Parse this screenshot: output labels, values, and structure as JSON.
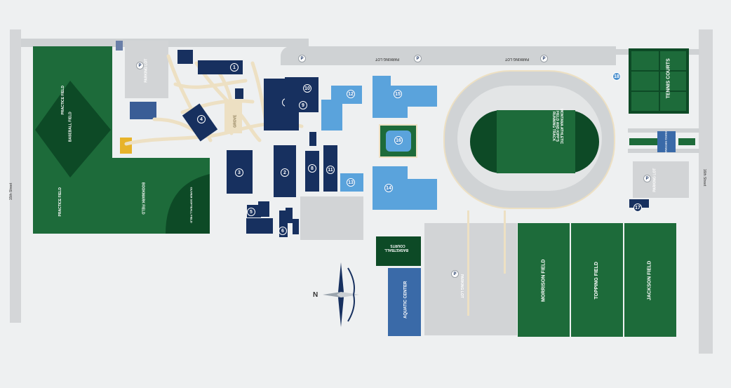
{
  "streets": {
    "west": "15th Street",
    "east": "16th Street"
  },
  "road_labels": {
    "parking_lot_top_left": "PARKING LOT",
    "parking_lot_top_right": "PARKING LOT"
  },
  "fields": {
    "practice_field_top": "PRACTICE FIELD",
    "baseball_field": "BASEBALL FIELD",
    "practice_field_bottom": "PRACTICE FIELD",
    "bookmark_field": "BOOKMARK FIELD",
    "softball_field": "OLIVIER SOFTBALL FIELD",
    "track": "MONTANA ATHLETIC FIELD AND KIPP'S RUNNING TRACK",
    "tennis": "TENNIS COURTS",
    "basketball": "BASKETBALL COURTS",
    "aquatic": "AQUATIC CENTER",
    "morrison": "MORRISON FIELD",
    "topping": "TOPPING FIELD",
    "jackson": "JACKSON FIELD"
  },
  "lots": {
    "northwest": "PARKING LOT",
    "east": "PARKING LOT",
    "south": "PARKING LOT"
  },
  "buildings": {
    "welcome_center": "Welcome Center",
    "grove": "GROVE"
  },
  "numbers": [
    "1",
    "2",
    "3",
    "4",
    "5",
    "6",
    "7",
    "8",
    "9",
    "10",
    "11",
    "12",
    "13",
    "14",
    "15",
    "16",
    "17",
    "18"
  ],
  "compass": "N",
  "colors": {
    "field_green": "#1d6b3a",
    "navy": "#17305f",
    "light_blue": "#5aa3dc",
    "gray_lot": "#d2d4d6",
    "path_tan": "#ede0c3",
    "gold": "#e7b32a"
  }
}
